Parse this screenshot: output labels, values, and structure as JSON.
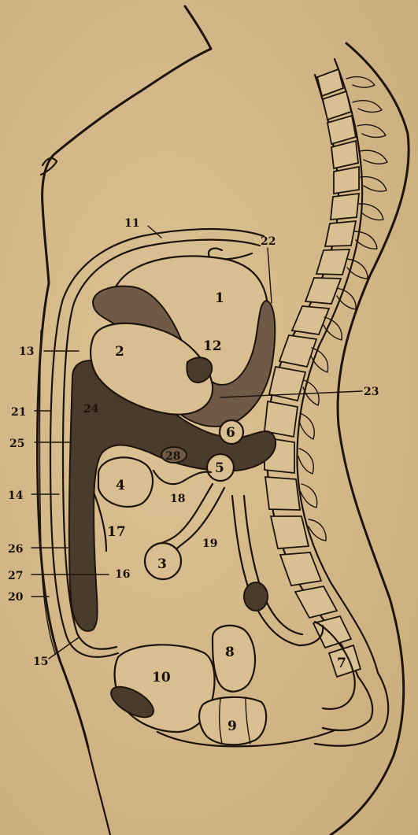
{
  "labels": {
    "l1": "1",
    "l2": "2",
    "l3": "3",
    "l4": "4",
    "l5": "5",
    "l6": "6",
    "l7": "7",
    "l8": "8",
    "l9": "9",
    "l10": "10",
    "l11": "11",
    "l12": "12",
    "l13": "13",
    "l14": "14",
    "l15": "15",
    "l16": "16",
    "l17": "17",
    "l18": "18",
    "l19": "19",
    "l20": "20",
    "l21": "21",
    "l22": "22",
    "l23": "23",
    "l24": "24",
    "l25": "25",
    "l26": "26",
    "l27": "27",
    "l28": "28"
  }
}
